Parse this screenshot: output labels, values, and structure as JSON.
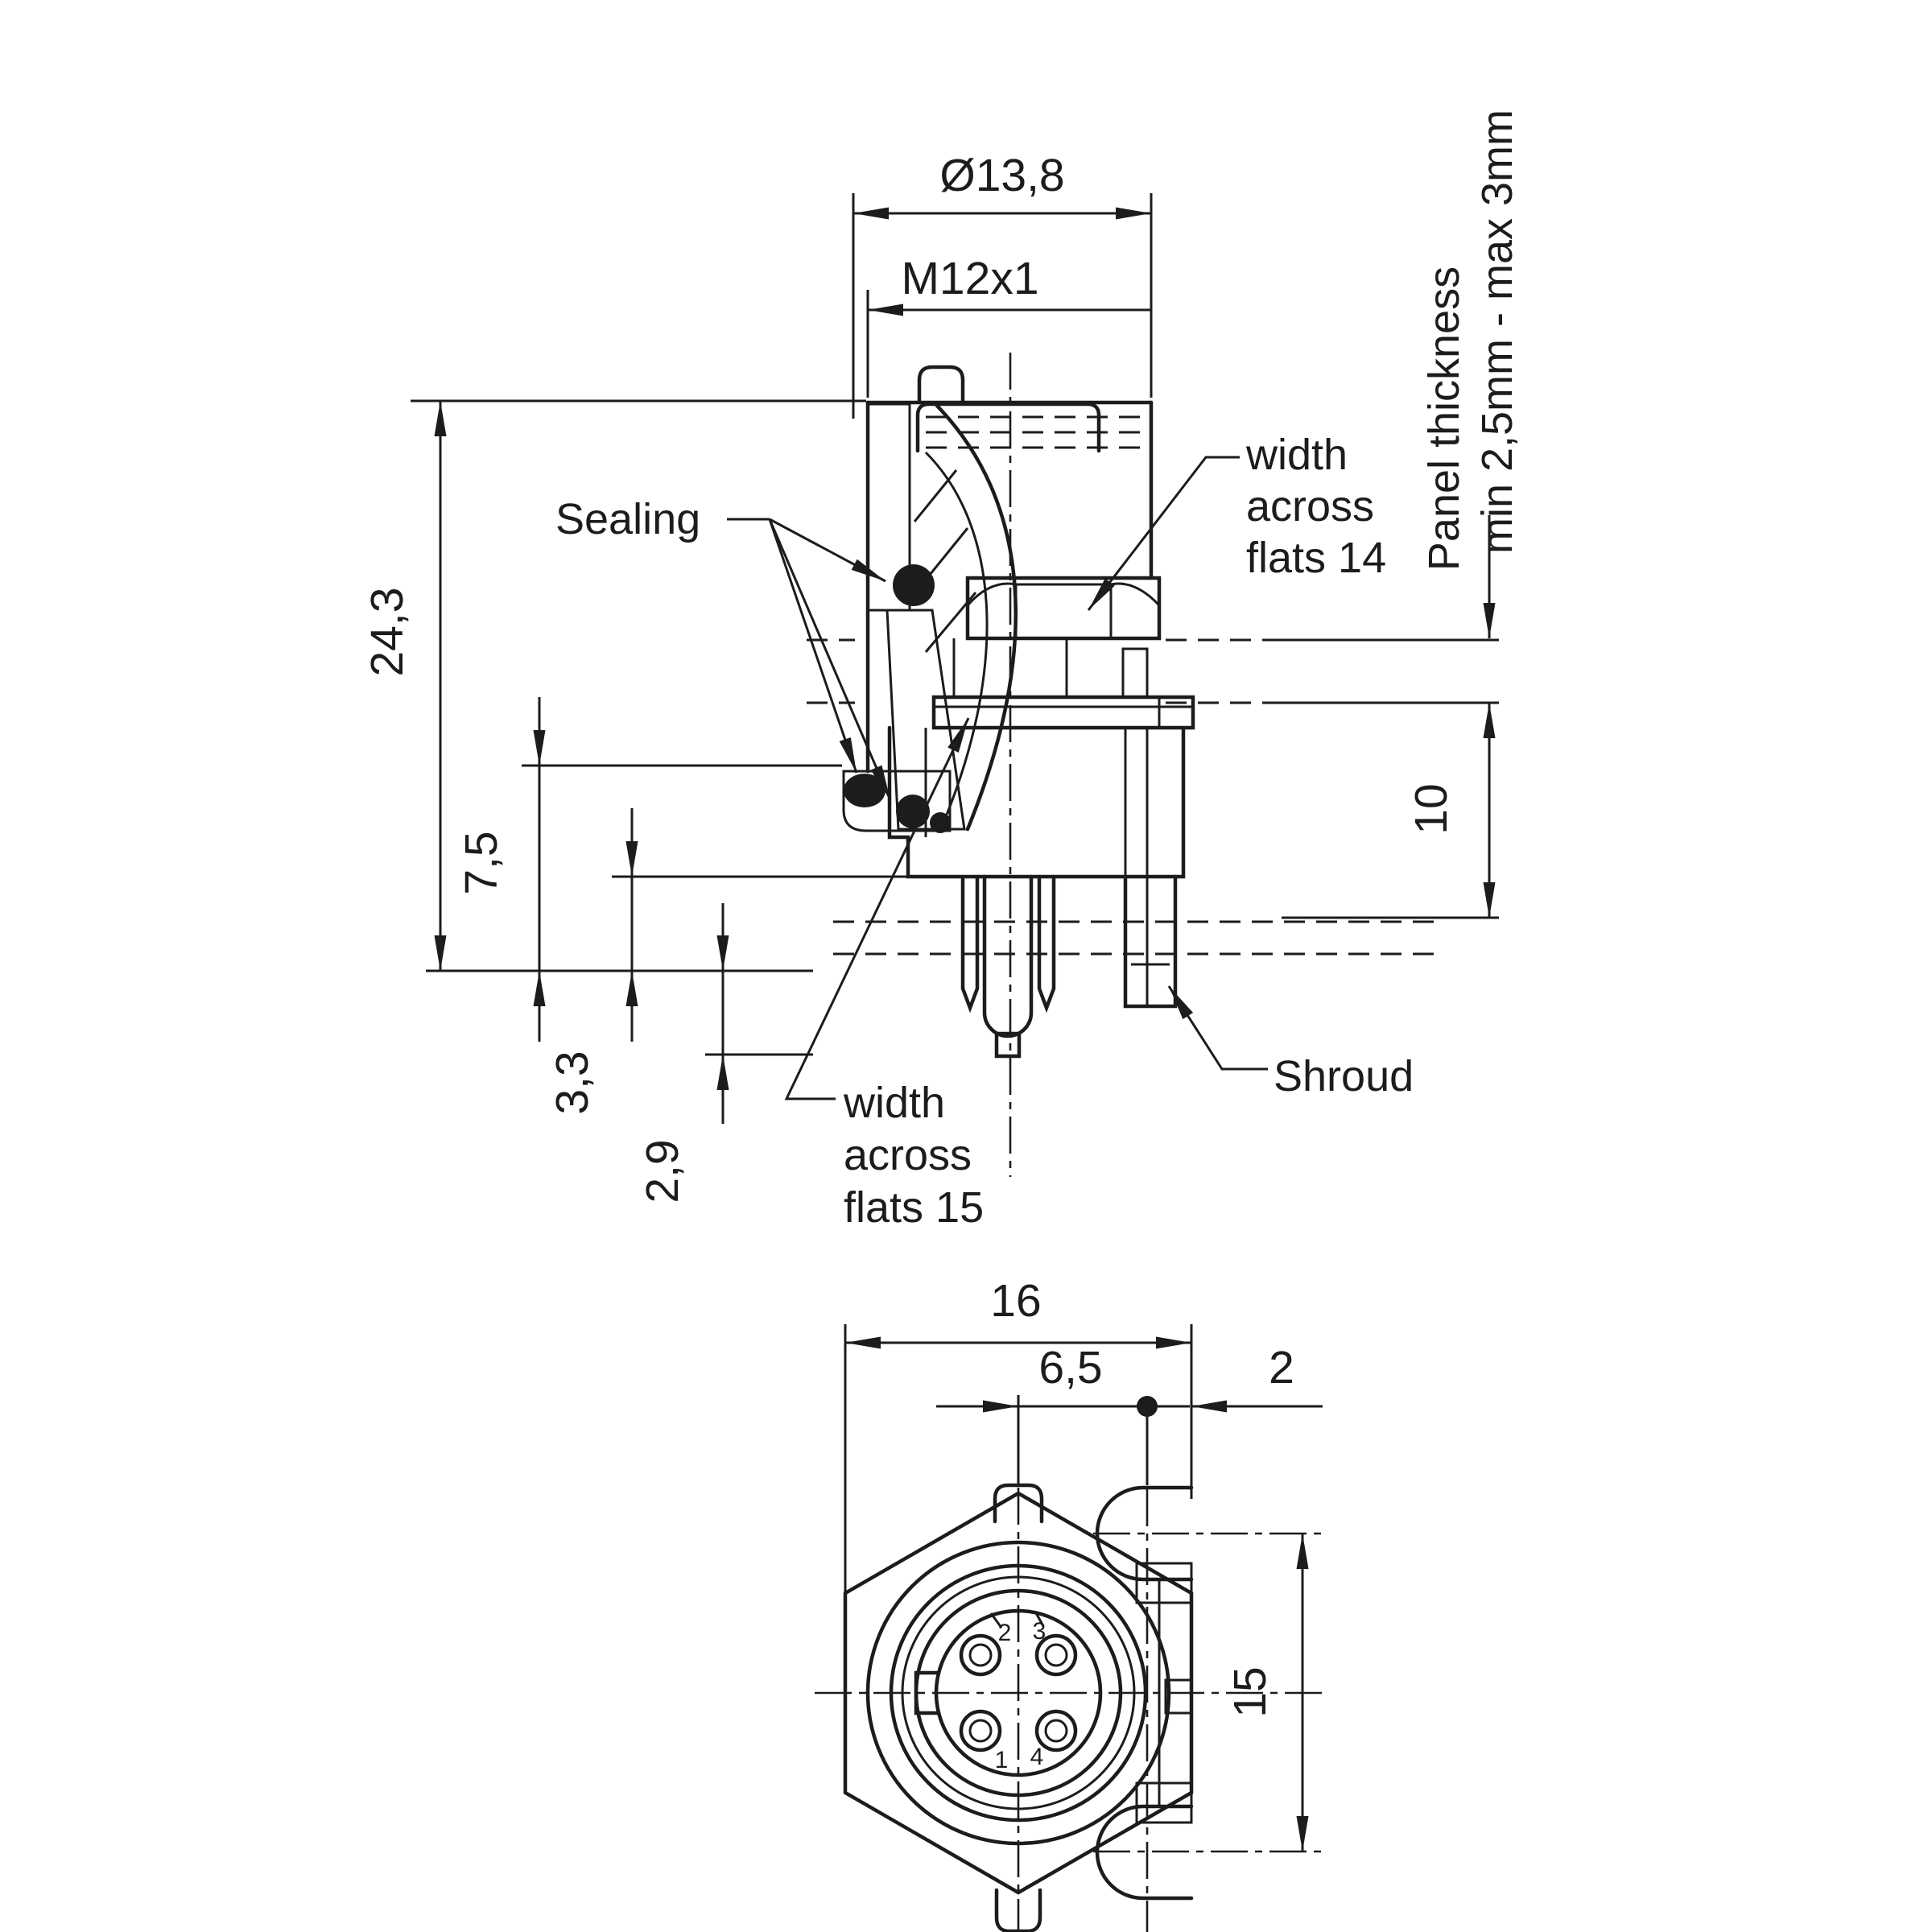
{
  "colors": {
    "line": "#1c1c1c",
    "background": "#ffffff"
  },
  "dims": {
    "diameter": "Ø13,8",
    "thread": "M12x1",
    "overall_height": "24,3",
    "rear_height": "7,5",
    "step_height": "3,3",
    "pin_protrusion": "2,9",
    "behind_panel": "10",
    "front_width": "16",
    "clip_offset": "6,5",
    "clip_gap": "2",
    "clip_height": "15"
  },
  "labels": {
    "sealing": "Sealing",
    "waf14": [
      "width",
      "across",
      "flats 14"
    ],
    "waf15": [
      "width",
      "across",
      "flats 15"
    ],
    "shroud": "Shroud",
    "panel": [
      "Panel thickness",
      "min 2,5mm - max 3mm"
    ]
  },
  "pins": [
    "2",
    "3",
    "1",
    "4"
  ]
}
